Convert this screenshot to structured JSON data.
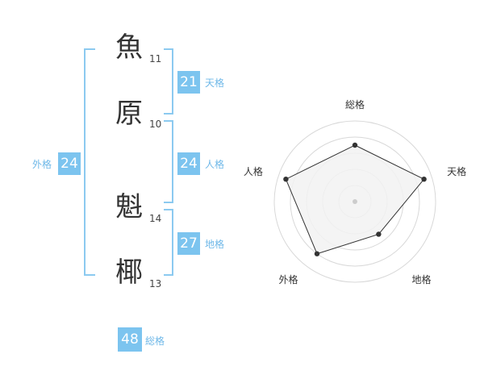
{
  "name": {
    "chars": [
      {
        "char": "魚",
        "strokes": "11"
      },
      {
        "char": "原",
        "strokes": "10"
      },
      {
        "char": "魁",
        "strokes": "14"
      },
      {
        "char": "椰",
        "strokes": "13"
      }
    ]
  },
  "kakaku": {
    "tenkaku": {
      "value": "21",
      "label": "天格"
    },
    "jinkaku": {
      "value": "24",
      "label": "人格"
    },
    "chikaku": {
      "value": "27",
      "label": "地格"
    },
    "gaikaku": {
      "value": "24",
      "label": "外格"
    },
    "soukaku": {
      "value": "48",
      "label": "総格"
    }
  },
  "chart_data": {
    "type": "radar",
    "axes": [
      "総格",
      "天格",
      "地格",
      "外格",
      "人格"
    ],
    "values": [
      3.5,
      4.5,
      2.5,
      4.0,
      4.5
    ],
    "max": 5,
    "rings": 5,
    "colors": {
      "fill": "#f2f2f2",
      "line": "#333333",
      "grid": "#d8d8d8",
      "point": "#333333"
    }
  }
}
